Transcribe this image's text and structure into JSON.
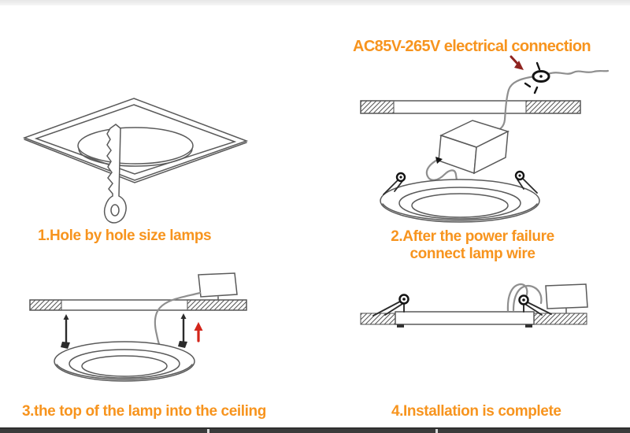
{
  "header": {
    "title": "AC85V-265V electrical connection"
  },
  "steps": [
    {
      "label": "1.Hole by hole size lamps"
    },
    {
      "label_line1": "2.After the power failure",
      "label_line2": "connect lamp wire"
    },
    {
      "label": "3.the top of the lamp into the ceiling"
    },
    {
      "label": "4.Installation is complete"
    }
  ],
  "colors": {
    "label_orange": "#f7941e",
    "connection_arrow_red": "#8f2420",
    "insert_arrow_red": "#d3251a",
    "line_art_gray": "#5a5a5a",
    "wire_gray": "#8f8f8f",
    "bottom_bar_gray": "#3b3b3b"
  },
  "icons": {
    "hole_saw_icon": "serrated hole-cutting saw in ceiling cutout",
    "wire_connector_icon": "mains wire twist connector",
    "driver_box_icon": "LED driver cube with finned side",
    "finned_driver_icon": "finned LED driver on ceiling",
    "recessed_lamp_icon": "round recessed panel lamp",
    "spring_clip_icon": "spring mounting clip",
    "ceiling_section_icon": "hatched ceiling cross-section",
    "connection_arrow_icon": "dark red pointer to wire connector",
    "insert_arrow_icon": "red upward insertion arrow"
  }
}
